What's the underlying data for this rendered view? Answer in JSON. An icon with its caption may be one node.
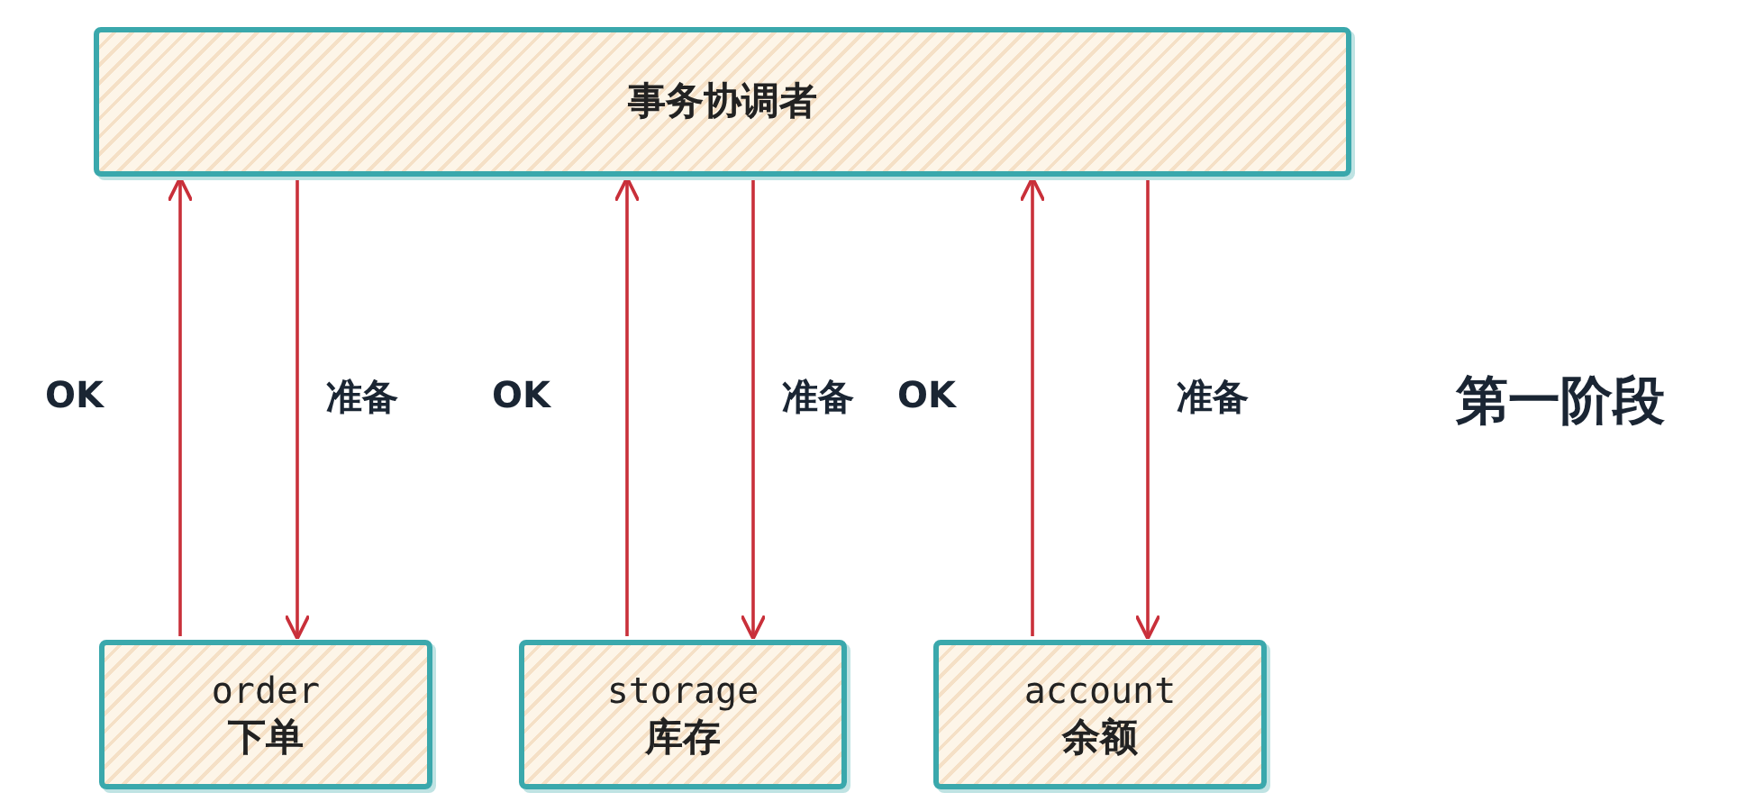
{
  "diagram": {
    "nodes": [
      {
        "text": [
          "事务协调者"
        ]
      },
      {
        "text": [
          "order",
          "下单"
        ]
      },
      {
        "text": [
          "storage",
          "库存"
        ]
      },
      {
        "text": [
          "account",
          "余额"
        ]
      }
    ],
    "edges": [
      {
        "from": 1,
        "to": 0,
        "arrow": "to",
        "label": "OK"
      },
      {
        "from": 0,
        "to": 1,
        "arrow": "to",
        "label": "准备"
      },
      {
        "from": 2,
        "to": 0,
        "arrow": "to",
        "label": "OK"
      },
      {
        "from": 0,
        "to": 2,
        "arrow": "to",
        "label": "准备"
      },
      {
        "from": 3,
        "to": 0,
        "arrow": "to",
        "label": "OK"
      },
      {
        "from": 0,
        "to": 3,
        "arrow": "to",
        "label": "准备"
      }
    ],
    "labels": [
      "第一阶段"
    ]
  }
}
